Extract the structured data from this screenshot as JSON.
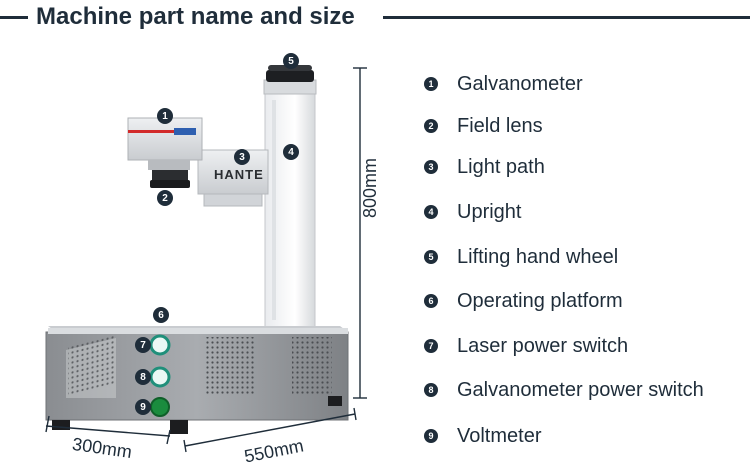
{
  "header": {
    "title": "Machine part name and size"
  },
  "parts": [
    {
      "num": "1",
      "label": "Galvanometer"
    },
    {
      "num": "2",
      "label": "Field lens"
    },
    {
      "num": "3",
      "label": "Light path"
    },
    {
      "num": "4",
      "label": "Upright"
    },
    {
      "num": "5",
      "label": "Lifting hand wheel"
    },
    {
      "num": "6",
      "label": "Operating platform"
    },
    {
      "num": "7",
      "label": "Laser power switch"
    },
    {
      "num": "8",
      "label": "Galvanometer power switch"
    },
    {
      "num": "9",
      "label": "Voltmeter"
    }
  ],
  "dimensions": {
    "height": "800mm",
    "width": "300mm",
    "depth": "550mm"
  },
  "machine": {
    "brand": "HANTE"
  }
}
